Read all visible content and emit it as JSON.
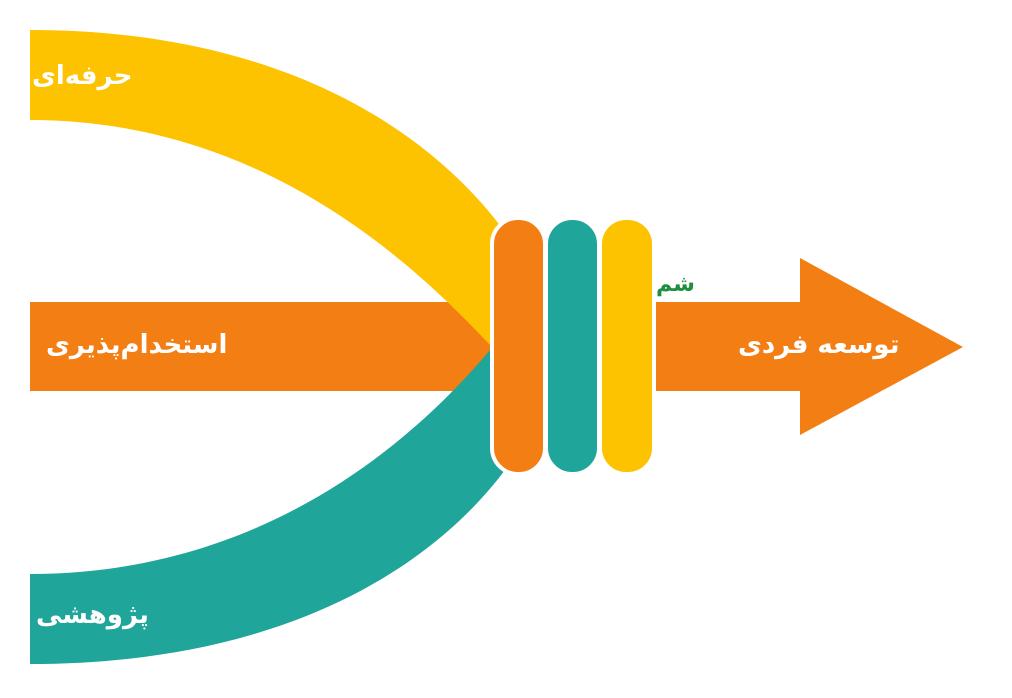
{
  "labels": {
    "professional": "حرفه‌ای",
    "employability": "استخدام‌پذیری",
    "research": "پژوهشی",
    "personal_development": "توسعه فردی"
  },
  "logo": {
    "text": "شم"
  },
  "colors": {
    "yellow": "#FDC200",
    "orange": "#F27E14",
    "teal": "#1FA59A",
    "logo_green": "#1F8F3F"
  }
}
